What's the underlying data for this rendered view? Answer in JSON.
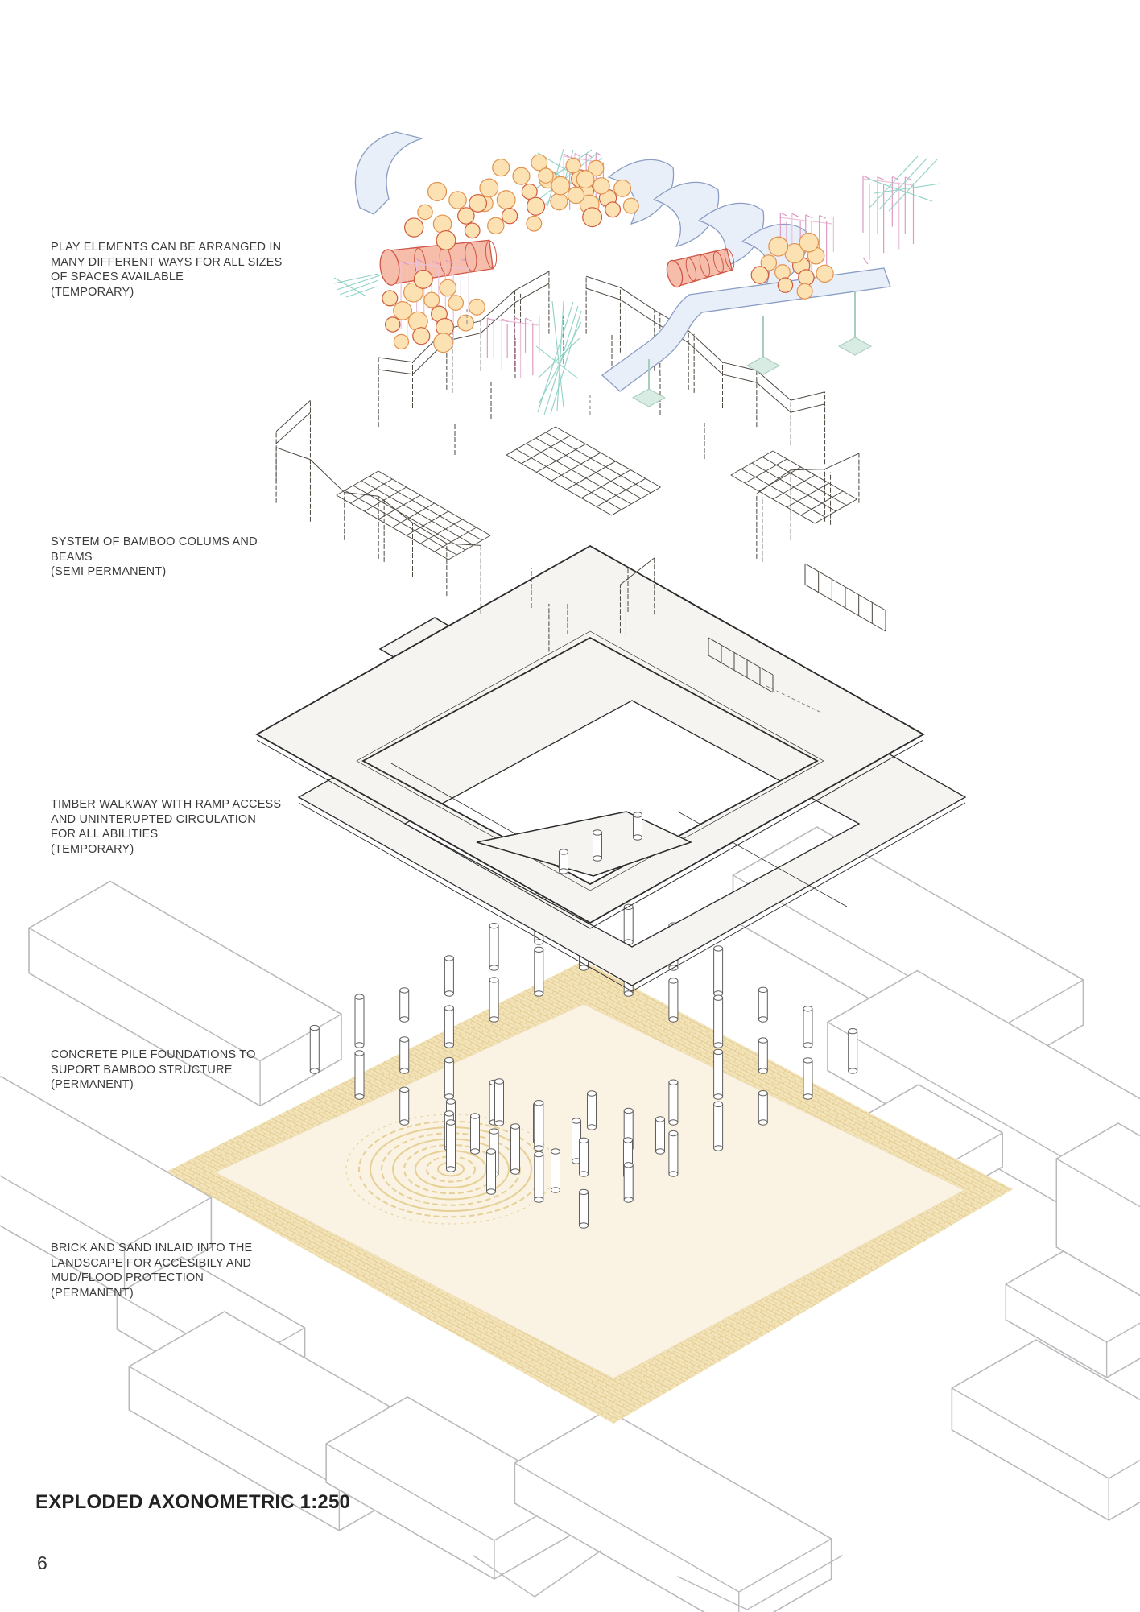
{
  "page": {
    "number": "6"
  },
  "caption": {
    "title": "EXPLODED AXONOMETRIC 1:250"
  },
  "labels": {
    "play": "PLAY ELEMENTS CAN BE ARRANGED IN\nMANY DIFFERENT WAYS FOR ALL SIZES\nOF SPACES AVAILABLE\n(TEMPORARY)",
    "bamboo": "SYSTEM OF BAMBOO COLUMS AND\nBEAMS\n(SEMI PERMANENT)",
    "walkway": "TIMBER WALKWAY WITH RAMP ACCESS\nAND UNINTERUPTED CIRCULATION\nFOR ALL ABILITIES\n(TEMPORARY)",
    "piles": "CONCRETE PILE FOUNDATIONS TO\nSUPORT BAMBOO STRUCTURE\n(PERMANENT)",
    "sand": "BRICK AND SAND INLAID INTO THE\nLANDSCAPE FOR ACCESIBILY AND\nMUD/FLOOD PROTECTION\n(PERMANENT)"
  },
  "colors": {
    "sand_fill": "#faf2e2",
    "sand_brick": "#eed9a4",
    "walkway_fill": "#f5f4f1",
    "outline_dark": "#2b2b2b",
    "context_outline": "#b9b9bd",
    "bamboo_line": "#4c473f",
    "play_blue_fill": "#e9eff8",
    "play_blue_stroke": "#8b9dc4",
    "play_salmon_fill": "#f7bdab",
    "play_salmon_stroke": "#d05546",
    "play_ball_fill": "#fce1b2",
    "play_pink": "#de9ac4",
    "play_teal": "#8fd1c6",
    "text": "#3b3b3b"
  }
}
